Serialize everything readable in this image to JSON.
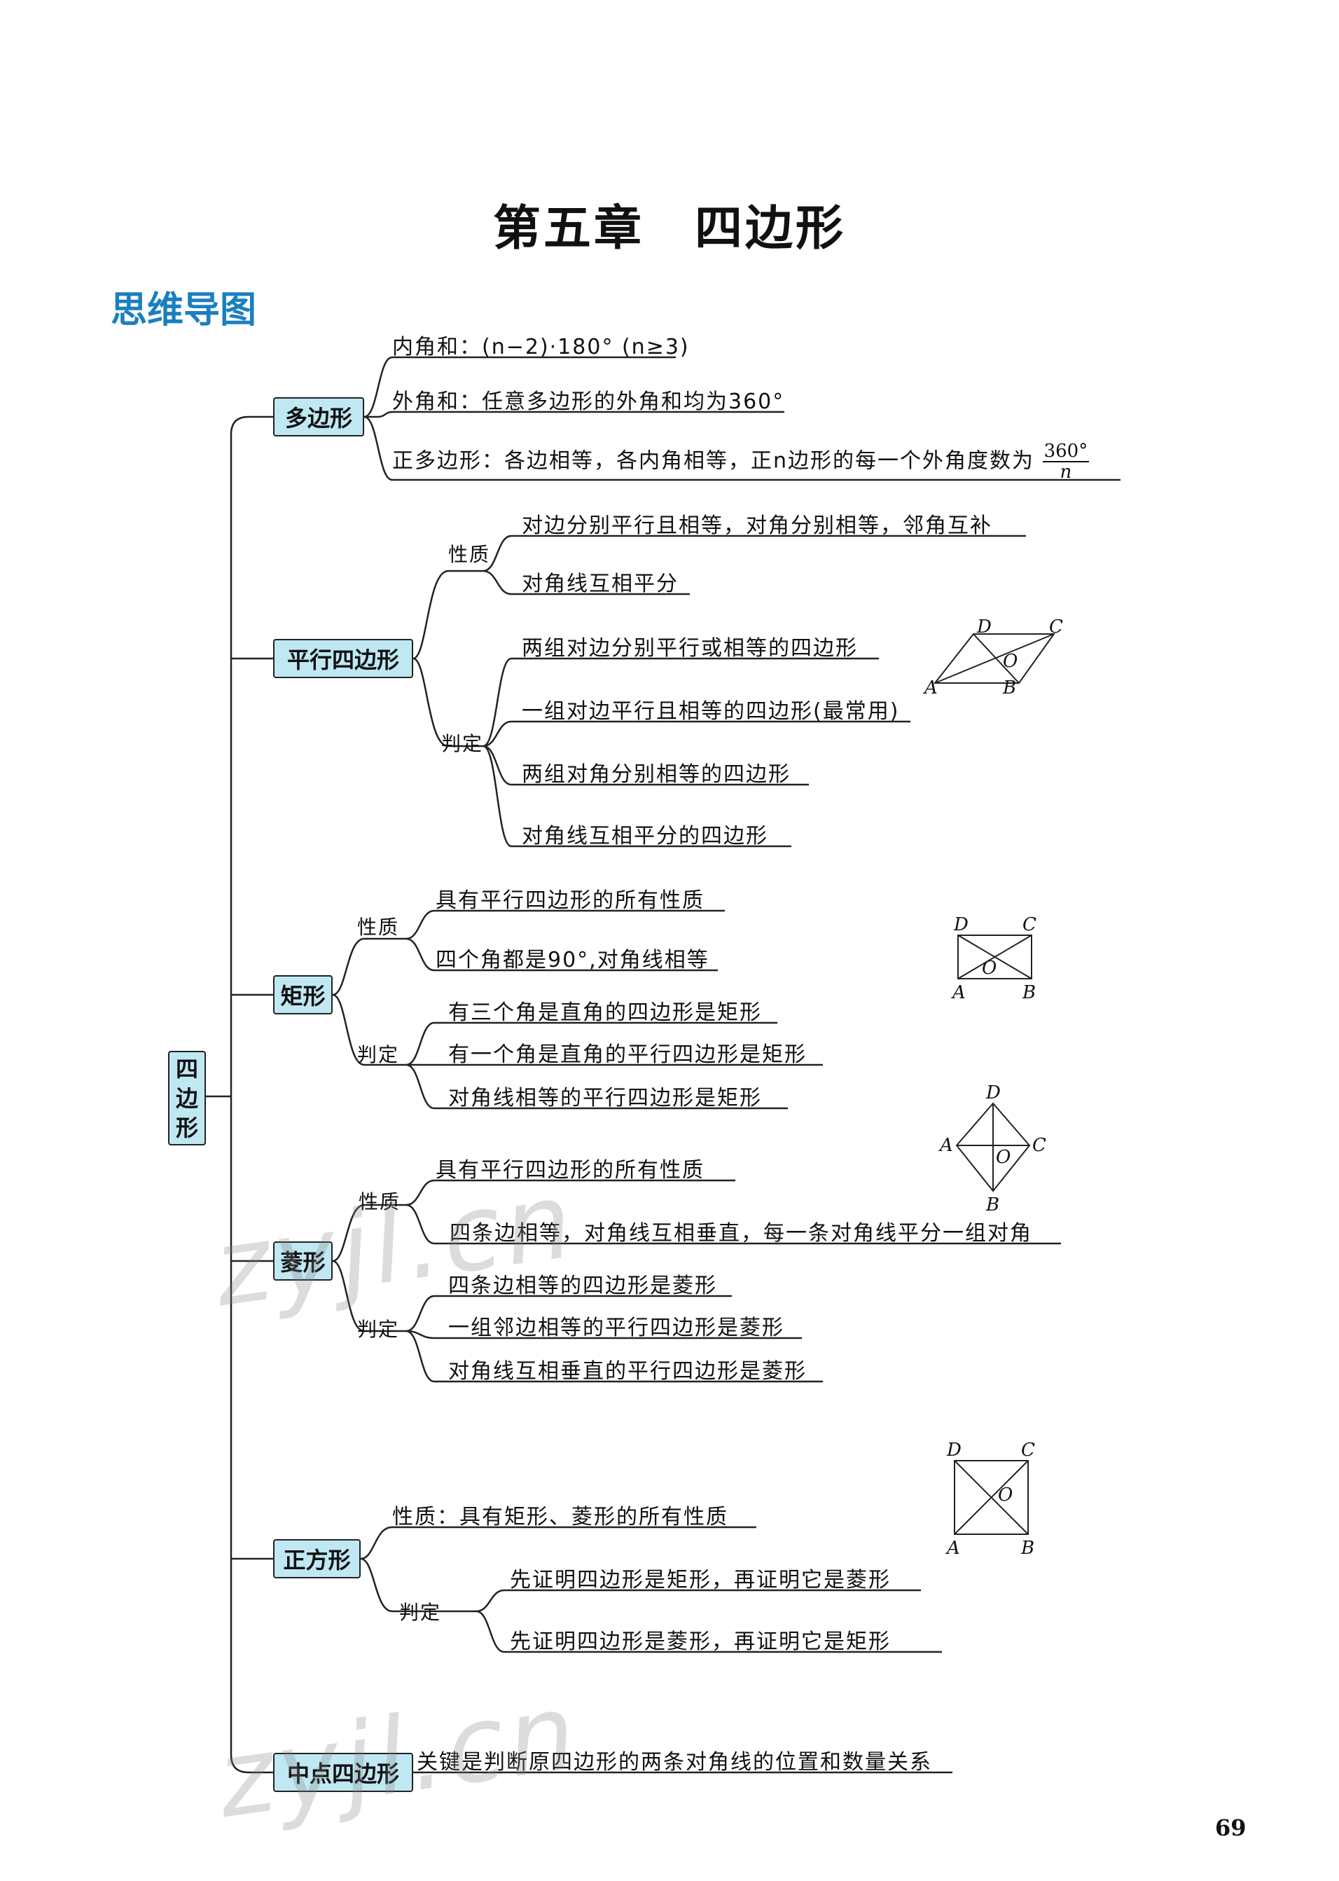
{
  "chapter_title": "第五章　四边形",
  "section_title": "思维导图",
  "root": "四边形",
  "polygon": {
    "label": "多边形",
    "items": [
      "内角和：(n−2)·180°  (n≥3)",
      "外角和：任意多边形的外角和均为360°",
      "正多边形：各边相等，各内角相等，正n边形的每一个外角度数为"
    ],
    "frac_num": "360°",
    "frac_den": "n"
  },
  "parallelogram": {
    "label": "平行四边形",
    "prop_tag": "性质",
    "props": [
      "对边分别平行且相等，对角分别相等，邻角互补",
      "对角线互相平分"
    ],
    "judge_tag": "判定",
    "judges": [
      "两组对边分别平行或相等的四边形",
      "一组对边平行且相等的四边形(最常用)",
      "两组对角分别相等的四边形",
      "对角线互相平分的四边形"
    ]
  },
  "rectangle": {
    "label": "矩形",
    "prop_tag": "性质",
    "props": [
      "具有平行四边形的所有性质",
      "四个角都是90°,对角线相等"
    ],
    "judge_tag": "判定",
    "judges": [
      "有三个角是直角的四边形是矩形",
      "有一个角是直角的平行四边形是矩形",
      "对角线相等的平行四边形是矩形"
    ]
  },
  "rhombus": {
    "label": "菱形",
    "prop_tag": "性质",
    "props": [
      "具有平行四边形的所有性质",
      "四条边相等，对角线互相垂直，每一条对角线平分一组对角"
    ],
    "judge_tag": "判定",
    "judges": [
      "四条边相等的四边形是菱形",
      "一组邻边相等的平行四边形是菱形",
      "对角线互相垂直的平行四边形是菱形"
    ]
  },
  "square": {
    "label": "正方形",
    "prop": "性质：具有矩形、菱形的所有性质",
    "judge_tag": "判定",
    "judges": [
      "先证明四边形是矩形，再证明它是菱形",
      "先证明四边形是菱形，再证明它是矩形"
    ]
  },
  "midpoint": {
    "label": "中点四边形",
    "item": "关键是判断原四边形的两条对角线的位置和数量关系"
  },
  "figure_labels": {
    "parallelogram": {
      "A": "A",
      "B": "B",
      "C": "C",
      "D": "D",
      "O": "O"
    },
    "rectangle": {
      "A": "A",
      "B": "B",
      "C": "C",
      "D": "D",
      "O": "O"
    },
    "rhombus": {
      "A": "A",
      "B": "B",
      "C": "C",
      "D": "D",
      "O": "O"
    },
    "square": {
      "A": "A",
      "B": "B",
      "C": "C",
      "D": "D",
      "O": "O"
    }
  },
  "watermark": "zyjl.cn",
  "page_number": "69"
}
